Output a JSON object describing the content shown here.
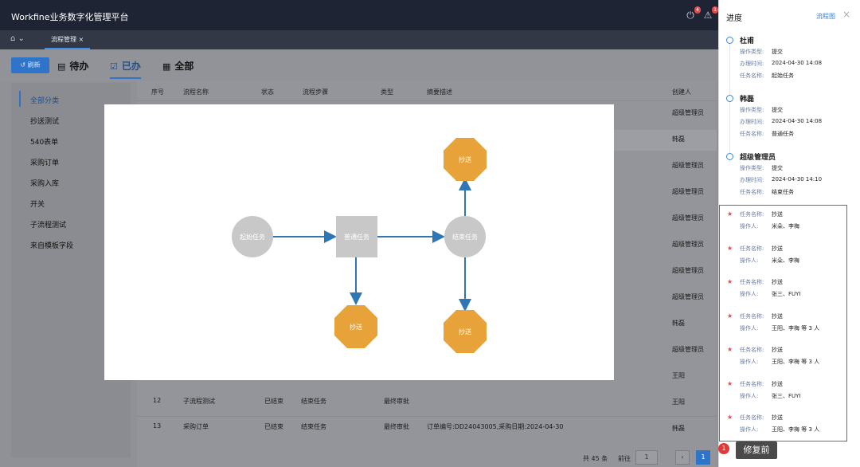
{
  "app": {
    "title": "Workfine业务数字化管理平台",
    "notif_count": "4",
    "alert_count": "1"
  },
  "tabbar": {
    "home_icon": "home-icon",
    "tab_label": "流程管理"
  },
  "toolbar": {
    "button_label": "刷新",
    "tabs": [
      {
        "label": "待办"
      },
      {
        "label": "已办"
      },
      {
        "label": "全部"
      }
    ]
  },
  "sidebar": {
    "items": [
      {
        "label": "全部分类"
      },
      {
        "label": "抄送测试"
      },
      {
        "label": "540表单"
      },
      {
        "label": "采购订单"
      },
      {
        "label": "采购入库"
      },
      {
        "label": "开关"
      },
      {
        "label": "子流程测试"
      },
      {
        "label": "来自模板字段"
      }
    ]
  },
  "table": {
    "headers": [
      "序号",
      "流程名称",
      "状态",
      "流程步骤",
      "类型",
      "摘要描述",
      "创建人"
    ],
    "creators": [
      "超级管理员",
      "韩磊",
      "超级管理员",
      "超级管理员",
      "超级管理员",
      "超级管理员",
      "超级管理员",
      "超级管理员",
      "韩磊",
      "超级管理员",
      "王阳",
      "王阳",
      "韩磊"
    ],
    "rows": [
      {
        "no": "12",
        "name": "子流程测试",
        "status": "已结束",
        "step": "结束任务",
        "type": "最终审批",
        "summary": ""
      },
      {
        "no": "13",
        "name": "采购订单",
        "status": "已结束",
        "step": "结束任务",
        "type": "最终审批",
        "summary": "订单编号:DD24043005,采购日期:2024-04-30"
      }
    ]
  },
  "pager": {
    "total": "共 45 条",
    "goto": "前往",
    "page": "1",
    "current": "1"
  },
  "flow": {
    "nodes": {
      "start": "起始任务",
      "normal": "普通任务",
      "end": "结束任务",
      "cc1": "抄送",
      "cc2": "抄送",
      "cc3": "抄送",
      "cc4": "抄送"
    },
    "colors": {
      "task": "#c8c8c8",
      "cc": "#e7a23a",
      "arrow": "#2f76b4"
    }
  },
  "drawer": {
    "title": "进度",
    "link": "流程图",
    "close_icon": "close-icon",
    "entries": [
      {
        "name": "杜甫",
        "op_type_label": "操作类型:",
        "op_type": "提交",
        "time_label": "办理时间:",
        "time": "2024-04-30 14:08",
        "task_label": "任务名称:",
        "task": "起始任务"
      },
      {
        "name": "韩磊",
        "op_type_label": "操作类型:",
        "op_type": "提交",
        "time_label": "办理时间:",
        "time": "2024-04-30 14:08",
        "task_label": "任务名称:",
        "task": "普通任务"
      },
      {
        "name": "超级管理员",
        "op_type_label": "操作类型:",
        "op_type": "提交",
        "time_label": "办理时间:",
        "time": "2024-04-30 14:10",
        "task_label": "任务名称:",
        "task": "结束任务"
      }
    ],
    "cc_entries": [
      {
        "task_label": "任务名称:",
        "task": "抄送",
        "op_label": "操作人:",
        "op": "米朵、李梅"
      },
      {
        "task_label": "任务名称:",
        "task": "抄送",
        "op_label": "操作人:",
        "op": "米朵、李梅"
      },
      {
        "task_label": "任务名称:",
        "task": "抄送",
        "op_label": "操作人:",
        "op": "张三、FUYI"
      },
      {
        "task_label": "任务名称:",
        "task": "抄送",
        "op_label": "操作人:",
        "op": "王阳、李梅 等 3 人"
      },
      {
        "task_label": "任务名称:",
        "task": "抄送",
        "op_label": "操作人:",
        "op": "王阳、李梅 等 3 人"
      },
      {
        "task_label": "任务名称:",
        "task": "抄送",
        "op_label": "操作人:",
        "op": "张三、FUYI"
      },
      {
        "task_label": "任务名称:",
        "task": "抄送",
        "op_label": "操作人:",
        "op": "王阳、李梅 等 3 人"
      }
    ]
  },
  "annotation": {
    "num": "1",
    "label": "修复前"
  }
}
